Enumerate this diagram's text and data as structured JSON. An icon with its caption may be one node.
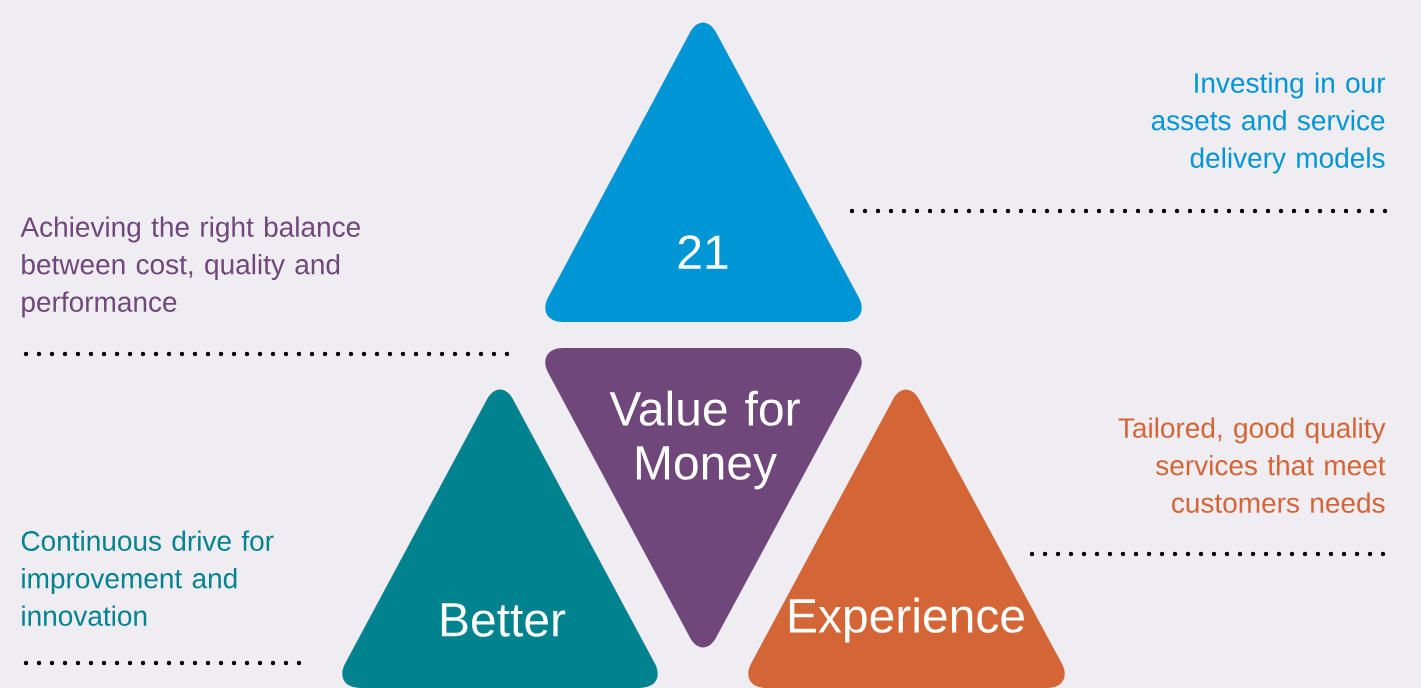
{
  "diagram": {
    "nodes": [
      {
        "text": [
          "21"
        ]
      },
      {
        "text": [
          "Value for Money"
        ]
      },
      {
        "text": [
          "Better"
        ]
      },
      {
        "text": [
          "Experience"
        ]
      }
    ],
    "labels": [
      "Investing in our assets and service delivery models",
      "Achieving the right balance between cost, quality and performance",
      "Tailored, good quality services that meet customers needs",
      "Continuous drive for improvement and innovation"
    ]
  }
}
